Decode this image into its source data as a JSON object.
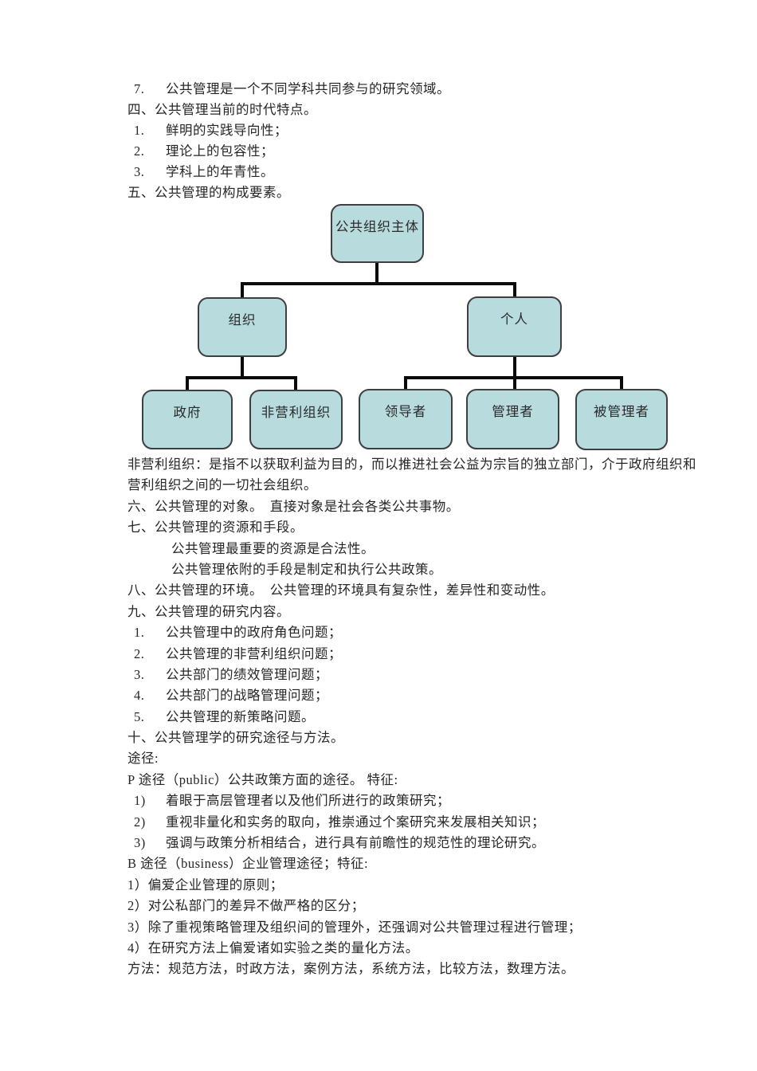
{
  "page": {
    "background_color": "#ffffff",
    "text_color": "#262626"
  },
  "document": {
    "blocks": [
      {
        "name": "top-text-block",
        "lines": [
          {
            "style": "num",
            "num": "7.",
            "text": "公共管理是一个不同学科共同参与的研究领域。"
          },
          {
            "style": "plain",
            "text": "四、公共管理当前的时代特点。"
          },
          {
            "style": "num",
            "num": "1.",
            "text": "鲜明的实践导向性；"
          },
          {
            "style": "num",
            "num": "2.",
            "text": "理论上的包容性；"
          },
          {
            "style": "num",
            "num": "3.",
            "text": "学科上的年青性。"
          },
          {
            "style": "plain",
            "text": "五、公共管理的构成要素。"
          }
        ]
      },
      {
        "name": "bottom-text-block",
        "lines": [
          {
            "style": "plain",
            "text": "非营利组织：是指不以获取利益为目的，而以推进社会公益为宗旨的独立部门，介于政府组织和"
          },
          {
            "style": "plain",
            "text": "营利组织之间的一切社会组织。"
          },
          {
            "style": "plain",
            "text": "六、公共管理的对象。　直接对象是社会各类公共事物。"
          },
          {
            "style": "plain",
            "text": "七、公共管理的资源和手段。"
          },
          {
            "style": "indent",
            "text": "公共管理最重要的资源是合法性。"
          },
          {
            "style": "indent",
            "text": "公共管理依附的手段是制定和执行公共政策。"
          },
          {
            "style": "plain",
            "text": "八、公共管理的环境。　公共管理的环境具有复杂性，差异性和变动性。"
          },
          {
            "style": "plain",
            "text": "九、公共管理的研究内容。"
          },
          {
            "style": "num",
            "num": "1.",
            "text": "公共管理中的政府角色问题；"
          },
          {
            "style": "num",
            "num": "2.",
            "text": "公共管理的非营利组织问题；"
          },
          {
            "style": "num",
            "num": "3.",
            "text": "公共部门的绩效管理问题；"
          },
          {
            "style": "num",
            "num": "4.",
            "text": "公共部门的战略管理问题；"
          },
          {
            "style": "num",
            "num": "5.",
            "text": "公共管理的新策略问题。"
          },
          {
            "style": "plain",
            "text": "十、公共管理学的研究途径与方法。"
          },
          {
            "style": "plain",
            "text": "途径:"
          },
          {
            "style": "plain",
            "text": "P 途径（public）公共政策方面的途径。 特征:"
          },
          {
            "style": "num",
            "num": "1)",
            "text": "着眼于高层管理者以及他们所进行的政策研究；"
          },
          {
            "style": "num",
            "num": "2)",
            "text": "重视非量化和实务的取向，推崇通过个案研究来发展相关知识；"
          },
          {
            "style": "num",
            "num": "3)",
            "text": "强调与政策分析相结合，进行具有前瞻性的规范性的理论研究。"
          },
          {
            "style": "plain",
            "text": "B 途径（business）企业管理途径；特征:"
          },
          {
            "style": "plain",
            "text": "1）偏爱企业管理的原则；"
          },
          {
            "style": "plain",
            "text": "2）对公私部门的差异不做严格的区分；"
          },
          {
            "style": "plain",
            "text": "3）除了重视策略管理及组织间的管理外，还强调对公共管理过程进行管理；"
          },
          {
            "style": "plain",
            "text": "4）在研究方法上偏爱诸如实验之类的量化方法。"
          },
          {
            "style": "plain",
            "text": "方法：规范方法，时政方法，案例方法，系统方法，比较方法，数理方法。"
          }
        ]
      }
    ]
  },
  "diagram": {
    "type": "org-chart",
    "box_fill_color": "#b8dbde",
    "box_border_color": "#3f3f3f",
    "connector_color": "#0a0a0a",
    "nodes": [
      {
        "label": "公共组织主体",
        "parent": null
      },
      {
        "label": "组织",
        "parent": "公共组织主体"
      },
      {
        "label": "个人",
        "parent": "公共组织主体"
      },
      {
        "label": "政府",
        "parent": "组织"
      },
      {
        "label": "非营利组织",
        "parent": "组织"
      },
      {
        "label": "领导者",
        "parent": "个人"
      },
      {
        "label": "管理者",
        "parent": "个人"
      },
      {
        "label": "被管理者",
        "parent": "个人"
      }
    ]
  }
}
